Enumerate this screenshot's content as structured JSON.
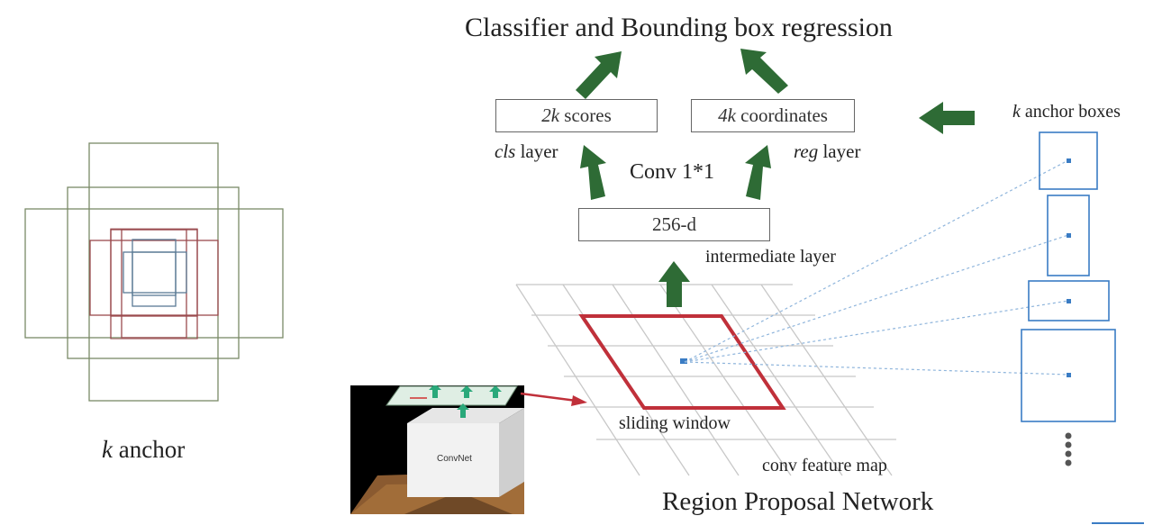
{
  "title": "Classifier and Bounding box regression",
  "boxes": {
    "scores": {
      "k": "2k",
      "rest": "scores"
    },
    "coordinates": {
      "k": "4k",
      "rest": "coordinates"
    },
    "intermediate": "256-d"
  },
  "labels": {
    "cls_layer": {
      "italic": "cls",
      "rest": " layer"
    },
    "reg_layer": {
      "italic": "reg",
      "rest": " layer"
    },
    "conv": "Conv 1*1",
    "intermediate_layer": "intermediate layer",
    "sliding_window": "sliding window",
    "conv_feature_map": "conv feature map",
    "region_proposal_network": "Region Proposal Network",
    "anchor_boxes": {
      "italic": "k",
      "rest": " anchor boxes"
    },
    "k_anchor": {
      "italic": "k",
      "rest": " anchor"
    },
    "convnet": "ConvNet"
  },
  "colors": {
    "arrow_green": "#2e6b35",
    "sliding_window_red": "#c0303a",
    "anchor_blue": "#3a7cc4",
    "anchor_large": "#7a8a66",
    "anchor_mid": "#9a4a4e",
    "anchor_small": "#5a7a94"
  }
}
